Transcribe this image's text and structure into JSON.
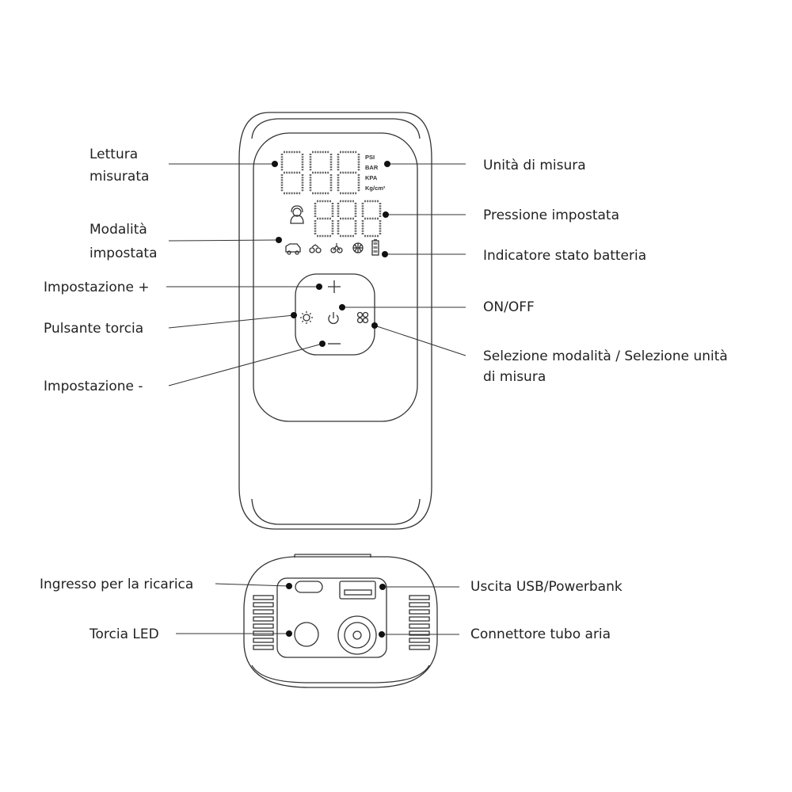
{
  "device_front": {
    "lcd_units": [
      "PSI",
      "BAR",
      "KPA",
      "Kg/cm²"
    ],
    "mode_icons": [
      "car-icon",
      "motorcycle-icon",
      "bicycle-icon",
      "ball-icon"
    ]
  },
  "labels": {
    "measured_reading": [
      "Lettura",
      "misurata"
    ],
    "unit_of_measure": "Unità di misura",
    "set_mode": [
      "Modalità",
      "impostata"
    ],
    "set_pressure": "Pressione impostata",
    "battery_indicator": "Indicatore stato batteria",
    "setting_plus": "Impostazione +",
    "on_off": "ON/OFF",
    "torch_button": "Pulsante torcia",
    "mode_unit_select": [
      "Selezione modalità / Selezione unità",
      "di misura"
    ],
    "setting_minus": "Impostazione -",
    "charging_input": "Ingresso per la ricarica",
    "usb_output": "Uscita USB/Powerbank",
    "led_torch": "Torcia LED",
    "air_hose_connector": "Connettore tubo aria"
  }
}
